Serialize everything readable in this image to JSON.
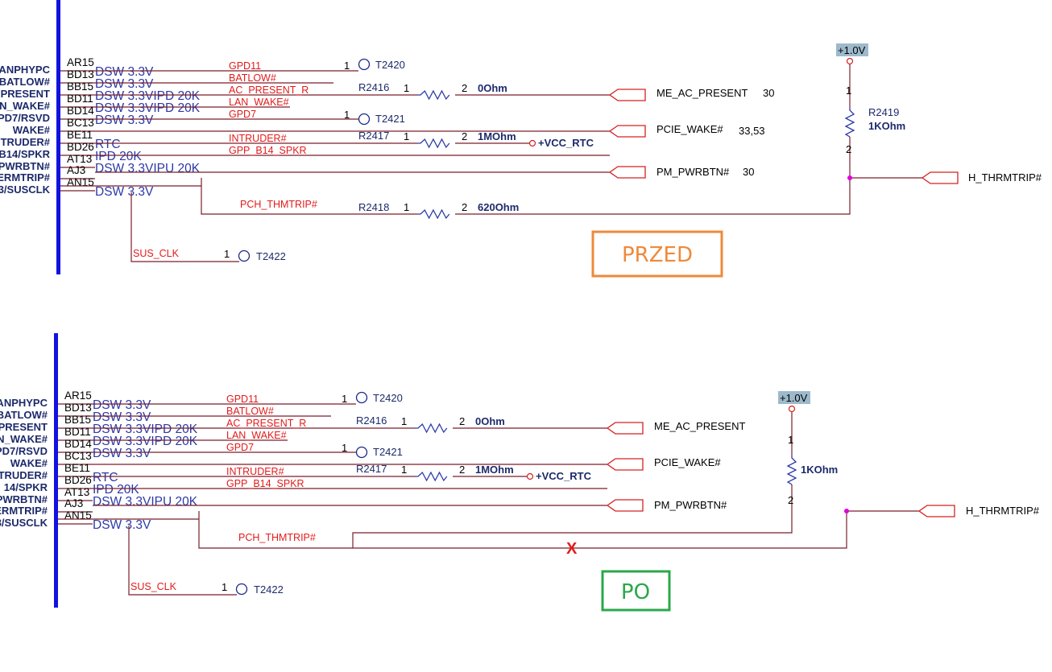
{
  "panels": [
    {
      "name": "top",
      "label": "PRZED",
      "pin_names": [
        "LANPHYPC",
        "BATLOW#",
        "PRESENT",
        "N_WAKE#",
        "PD7/RSVD",
        "WAKE#",
        "NTRUDER#",
        "B14/SPKR",
        "PWRBTN#",
        "ERMTRIP#",
        "3/SUSCLK"
      ],
      "pins": [
        {
          "num": "AR15",
          "type": "DSW 3.3V",
          "signal": "GPD11"
        },
        {
          "num": "BD13",
          "type": "DSW 3.3V",
          "signal": "BATLOW#"
        },
        {
          "num": "BB15",
          "type": "DSW 3.3VIPD 20K",
          "signal": "AC_PRESENT_R"
        },
        {
          "num": "BD11",
          "type": "DSW 3.3VIPD 20K",
          "signal": "LAN_WAKE#"
        },
        {
          "num": "BD14",
          "type": "DSW 3.3V",
          "signal": "GPD7"
        },
        {
          "num": "BC13",
          "type": "",
          "signal": ""
        },
        {
          "num": "BE11",
          "type": "RTC",
          "signal": "INTRUDER#"
        },
        {
          "num": "BD26",
          "type": "IPD 20K",
          "signal": "GPP_B14_SPKR"
        },
        {
          "num": "AT13",
          "type": "DSW 3.3VIPU 20K",
          "signal": ""
        },
        {
          "num": "AJ3",
          "type": "",
          "signal": ""
        },
        {
          "num": "AN15",
          "type": "DSW 3.3V",
          "signal": ""
        }
      ],
      "testpoints": [
        {
          "pin": "1",
          "name": "T2420"
        },
        {
          "pin": "1",
          "name": "T2421"
        },
        {
          "pin": "1",
          "name": "T2422"
        }
      ],
      "resistors": [
        {
          "ref": "R2416",
          "p1": "1",
          "p2": "2",
          "value": "0Ohm"
        },
        {
          "ref": "R2417",
          "p1": "1",
          "p2": "2",
          "value": "1MOhm"
        },
        {
          "ref": "R2418",
          "p1": "1",
          "p2": "2",
          "value": "620Ohm"
        },
        {
          "ref": "R2419",
          "p1": "1",
          "p2": "2",
          "value": "1KOhm"
        }
      ],
      "ports": [
        {
          "name": "ME_AC_PRESENT",
          "page": "30"
        },
        {
          "name": "PCIE_WAKE#",
          "page": "33,53"
        },
        {
          "name": "PM_PWRBTN#",
          "page": "30"
        },
        {
          "name": "H_THRMTRIP#",
          "page": ""
        }
      ],
      "vcc_rtc": "+VCC_RTC",
      "power_rail": "+1.0V",
      "net_thmtrip": "PCH_THMTRIP#",
      "net_susclk": "SUS_CLK"
    },
    {
      "name": "bottom",
      "label": "PO",
      "pin_names": [
        "LANPHYPC",
        "BATLOW#",
        "PRESENT",
        "N_WAKE#",
        "PD7/RSVD",
        "WAKE#",
        "TRUDER#",
        "14/SPKR",
        "PWRBTN#",
        "ERMTRIP#",
        "3/SUSCLK"
      ],
      "pins": [
        {
          "num": "AR15",
          "type": "DSW 3.3V",
          "signal": "GPD11"
        },
        {
          "num": "BD13",
          "type": "DSW 3.3V",
          "signal": "BATLOW#"
        },
        {
          "num": "BB15",
          "type": "DSW 3.3VIPD 20K",
          "signal": "AC_PRESENT_R"
        },
        {
          "num": "BD11",
          "type": "DSW 3.3VIPD 20K",
          "signal": "LAN_WAKE#"
        },
        {
          "num": "BD14",
          "type": "DSW 3.3V",
          "signal": "GPD7"
        },
        {
          "num": "BC13",
          "type": "",
          "signal": ""
        },
        {
          "num": "BE11",
          "type": "RTC",
          "signal": "INTRUDER#"
        },
        {
          "num": "BD26",
          "type": "IPD 20K",
          "signal": "GPP_B14_SPKR"
        },
        {
          "num": "AT13",
          "type": "DSW 3.3VIPU 20K",
          "signal": ""
        },
        {
          "num": "AJ3",
          "type": "",
          "signal": ""
        },
        {
          "num": "AN15",
          "type": "DSW 3.3V",
          "signal": ""
        }
      ],
      "testpoints": [
        {
          "pin": "1",
          "name": "T2420"
        },
        {
          "pin": "1",
          "name": "T2421"
        },
        {
          "pin": "1",
          "name": "T2422"
        }
      ],
      "resistors": [
        {
          "ref": "R2416",
          "p1": "1",
          "p2": "2",
          "value": "0Ohm"
        },
        {
          "ref": "R2417",
          "p1": "1",
          "p2": "2",
          "value": "1MOhm"
        },
        {
          "ref": "",
          "p1": "1",
          "p2": "2",
          "value": "1KOhm"
        }
      ],
      "ports": [
        {
          "name": "ME_AC_PRESENT",
          "page": ""
        },
        {
          "name": "PCIE_WAKE#",
          "page": ""
        },
        {
          "name": "PM_PWRBTN#",
          "page": ""
        },
        {
          "name": "H_THRMTRIP#",
          "page": ""
        }
      ],
      "vcc_rtc": "+VCC_RTC",
      "power_rail": "+1.0V",
      "net_thmtrip": "PCH_THMTRIP#",
      "net_susclk": "SUS_CLK",
      "cut_mark": "X"
    }
  ],
  "colors": {
    "wire": "#7a1f2b",
    "signal": "#e31b1b",
    "pin_type": "#2b3aa8",
    "bar": "#1212e0",
    "przed": "#ee8a3a",
    "po": "#2aa84a",
    "junction": "#e000e0"
  }
}
